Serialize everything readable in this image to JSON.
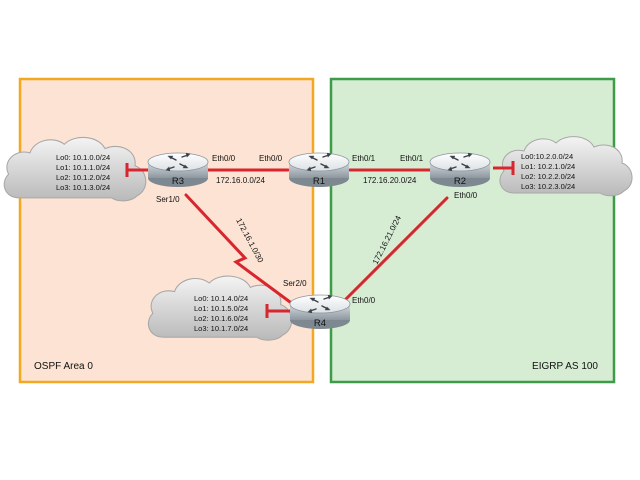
{
  "areas": {
    "ospf": {
      "label": "OSPF Area 0",
      "border": "#F2A921",
      "fill": "#FCE3D3"
    },
    "eigrp": {
      "label": "EIGRP AS 100",
      "border": "#3E9B47",
      "fill": "#D6EDD3"
    }
  },
  "routers": {
    "r1": {
      "name": "R1"
    },
    "r2": {
      "name": "R2"
    },
    "r3": {
      "name": "R3"
    },
    "r4": {
      "name": "R4"
    }
  },
  "clouds": {
    "r3": [
      "Lo0: 10.1.0.0/24",
      "Lo1: 10.1.1.0/24",
      "Lo2: 10.1.2.0/24",
      "Lo3: 10.1.3.0/24"
    ],
    "r2": [
      "Lo0:10.2.0.0/24",
      "Lo1: 10.2.1.0/24",
      "Lo2: 10.2.2.0/24",
      "Lo3: 10.2.3.0/24"
    ],
    "r4": [
      "Lo0: 10.1.4.0/24",
      "Lo1: 10.1.5.0/24",
      "Lo2: 10.1.6.0/24",
      "Lo3: 10.1.7.0/24"
    ]
  },
  "interfaces": {
    "r3_eth00": "Eth0/0",
    "r1_eth00": "Eth0/0",
    "r1_eth01": "Eth0/1",
    "r2_eth01": "Eth0/1",
    "r2_eth00": "Eth0/0",
    "r3_ser10": "Ser1/0",
    "r4_ser20": "Ser2/0",
    "r4_eth00": "Eth0/0"
  },
  "networks": {
    "r3_r1": "172.16.0.0/24",
    "r1_r2": "172.16.20.0/24",
    "r2_r4": "172.16.21.0/24",
    "r3_r4": "172.16.1.0/30"
  },
  "colors": {
    "link": "#D7262E",
    "cloud": "#C9C9C9",
    "router_body": "#C8D0D6",
    "router_top": "#E6EAEE",
    "router_rim": "#8C969E",
    "icon_arrow": "#3A4148",
    "line_dark": "#555555"
  },
  "icons": {
    "router": "router-icon",
    "cloud": "cloud-icon"
  }
}
